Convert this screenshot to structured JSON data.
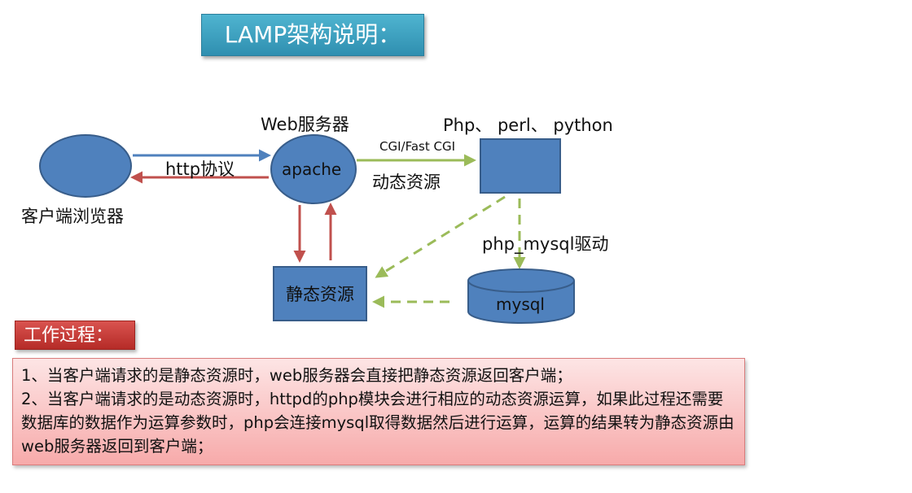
{
  "title": "LAMP架构说明：",
  "nodes": {
    "browser_label": "客户端浏览器",
    "web_server_label": "Web服务器",
    "apache_label": "apache",
    "static_label": "静态资源",
    "php_group_label": "Php、 perl、 python",
    "mysql_label": "mysql"
  },
  "edges": {
    "http_label": "http协议",
    "cgi_label": "CGI/Fast CGI",
    "dynamic_label": "动态资源",
    "driver_label": "php_mysql驱动"
  },
  "colors": {
    "node_fill": "#4f81bd",
    "node_stroke": "#385d8a",
    "arrow_blue": "#4f81bd",
    "arrow_red": "#c0504d",
    "arrow_green": "#9bbb59"
  },
  "process": {
    "heading": "工作过程：",
    "lines": [
      "1、当客户端请求的是静态资源时，web服务器会直接把静态资源返回客户端；",
      "2、当客户端请求的是动态资源时，httpd的php模块会进行相应的动态资源运算，如果此过程还需要数据库的数据作为运算参数时，php会连接mysql取得数据然后进行运算，运算的结果转为静态资源由web服务器返回到客户端；"
    ]
  }
}
